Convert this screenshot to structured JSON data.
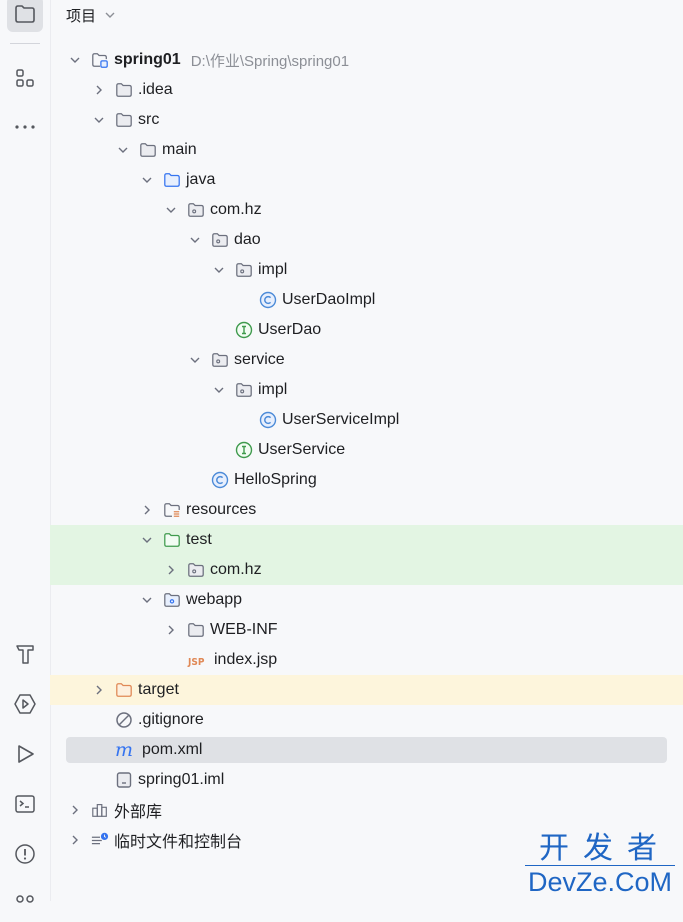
{
  "header": {
    "title": "项目"
  },
  "sidebar": {
    "top_items": [
      {
        "icon": "project-folder-icon",
        "label": "Project"
      },
      {
        "icon": "structure-icon",
        "label": "Structure"
      },
      {
        "icon": "more-icon",
        "label": "More"
      }
    ],
    "bottom_items": [
      {
        "icon": "build-hammer-icon",
        "label": "Build"
      },
      {
        "icon": "services-icon",
        "label": "Services"
      },
      {
        "icon": "run-icon",
        "label": "Run"
      },
      {
        "icon": "terminal-icon",
        "label": "Terminal"
      },
      {
        "icon": "problems-icon",
        "label": "Problems"
      },
      {
        "icon": "version-control-icon",
        "label": "Version Control"
      }
    ]
  },
  "tree": [
    {
      "label": "spring01",
      "path": "D:\\作业\\Spring\\spring01",
      "depth": 0,
      "arrow": "down",
      "icon": "module-folder",
      "bold": true
    },
    {
      "label": ".idea",
      "depth": 1,
      "arrow": "right",
      "icon": "folder"
    },
    {
      "label": "src",
      "depth": 1,
      "arrow": "down",
      "icon": "folder"
    },
    {
      "label": "main",
      "depth": 2,
      "arrow": "down",
      "icon": "folder"
    },
    {
      "label": "java",
      "depth": 3,
      "arrow": "down",
      "icon": "source-folder"
    },
    {
      "label": "com.hz",
      "depth": 4,
      "arrow": "down",
      "icon": "package"
    },
    {
      "label": "dao",
      "depth": 5,
      "arrow": "down",
      "icon": "package"
    },
    {
      "label": "impl",
      "depth": 6,
      "arrow": "down",
      "icon": "package"
    },
    {
      "label": "UserDaoImpl",
      "depth": 7,
      "arrow": "none",
      "icon": "class"
    },
    {
      "label": "UserDao",
      "depth": 6,
      "arrow": "none",
      "icon": "interface"
    },
    {
      "label": "service",
      "depth": 5,
      "arrow": "down",
      "icon": "package"
    },
    {
      "label": "impl",
      "depth": 6,
      "arrow": "down",
      "icon": "package"
    },
    {
      "label": "UserServiceImpl",
      "depth": 7,
      "arrow": "none",
      "icon": "class"
    },
    {
      "label": "UserService",
      "depth": 6,
      "arrow": "none",
      "icon": "interface"
    },
    {
      "label": "HelloSpring",
      "depth": 5,
      "arrow": "none",
      "icon": "class"
    },
    {
      "label": "resources",
      "depth": 3,
      "arrow": "right",
      "icon": "resources-folder"
    },
    {
      "label": "test",
      "depth": 3,
      "arrow": "down",
      "icon": "test-folder",
      "highlight": "green"
    },
    {
      "label": "com.hz",
      "depth": 4,
      "arrow": "right",
      "icon": "package",
      "highlight": "green"
    },
    {
      "label": "webapp",
      "depth": 3,
      "arrow": "down",
      "icon": "web-folder"
    },
    {
      "label": "WEB-INF",
      "depth": 4,
      "arrow": "right",
      "icon": "folder"
    },
    {
      "label": "index.jsp",
      "depth": 4,
      "arrow": "none",
      "icon": "jsp"
    },
    {
      "label": "target",
      "depth": 1,
      "arrow": "right",
      "icon": "excluded-folder",
      "highlight": "yellow"
    },
    {
      "label": ".gitignore",
      "depth": 1,
      "arrow": "none",
      "icon": "ignore"
    },
    {
      "label": "pom.xml",
      "depth": 1,
      "arrow": "none",
      "icon": "maven",
      "selected": true
    },
    {
      "label": "spring01.iml",
      "depth": 1,
      "arrow": "none",
      "icon": "iml"
    },
    {
      "label": "外部库",
      "depth": 0,
      "arrow": "right",
      "icon": "library"
    },
    {
      "label": "临时文件和控制台",
      "depth": 0,
      "arrow": "right",
      "icon": "scratches"
    }
  ],
  "watermark": {
    "top": "开发者",
    "bottom": "DevZe.CoM"
  },
  "colors": {
    "accent": "#3574f0",
    "class_icon": "#4c8bd8",
    "interface_icon": "#3f9a4d",
    "test_highlight": "#e3f5e3",
    "excluded_highlight": "#fdf5dc",
    "selection": "#dfe1e5",
    "watermark": "#1f66c4"
  }
}
